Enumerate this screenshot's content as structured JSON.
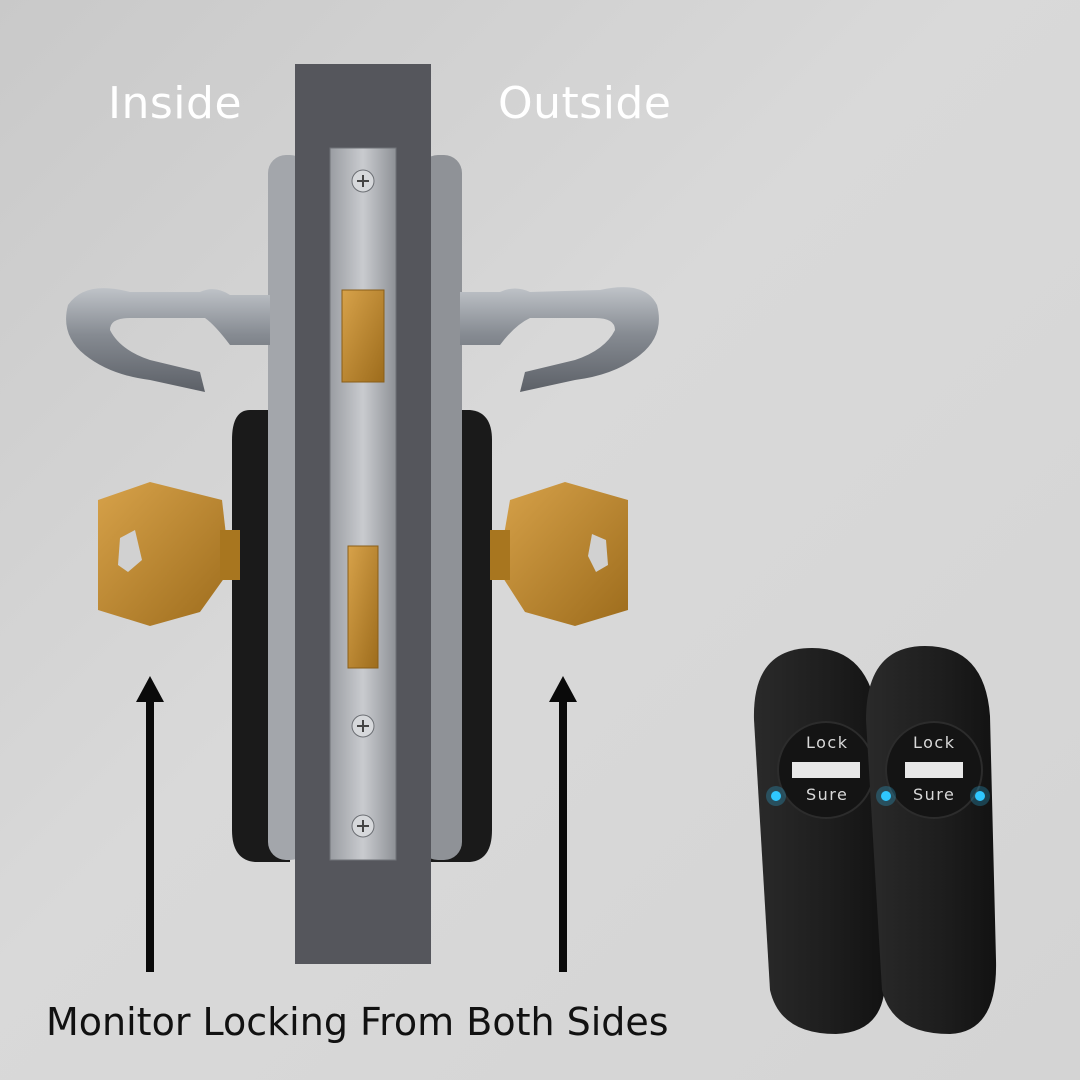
{
  "labels": {
    "inside": "Inside",
    "outside": "Outside",
    "caption": "Monitor Locking From Both Sides"
  },
  "devices": [
    {
      "top_text": "Lock",
      "bottom_text": "Sure"
    },
    {
      "top_text": "Lock",
      "bottom_text": "Sure"
    }
  ],
  "colors": {
    "door": "#55565c",
    "key": "#c08a2a",
    "indicator": "#2fc7ff",
    "device_body": "#1c1c1c"
  }
}
